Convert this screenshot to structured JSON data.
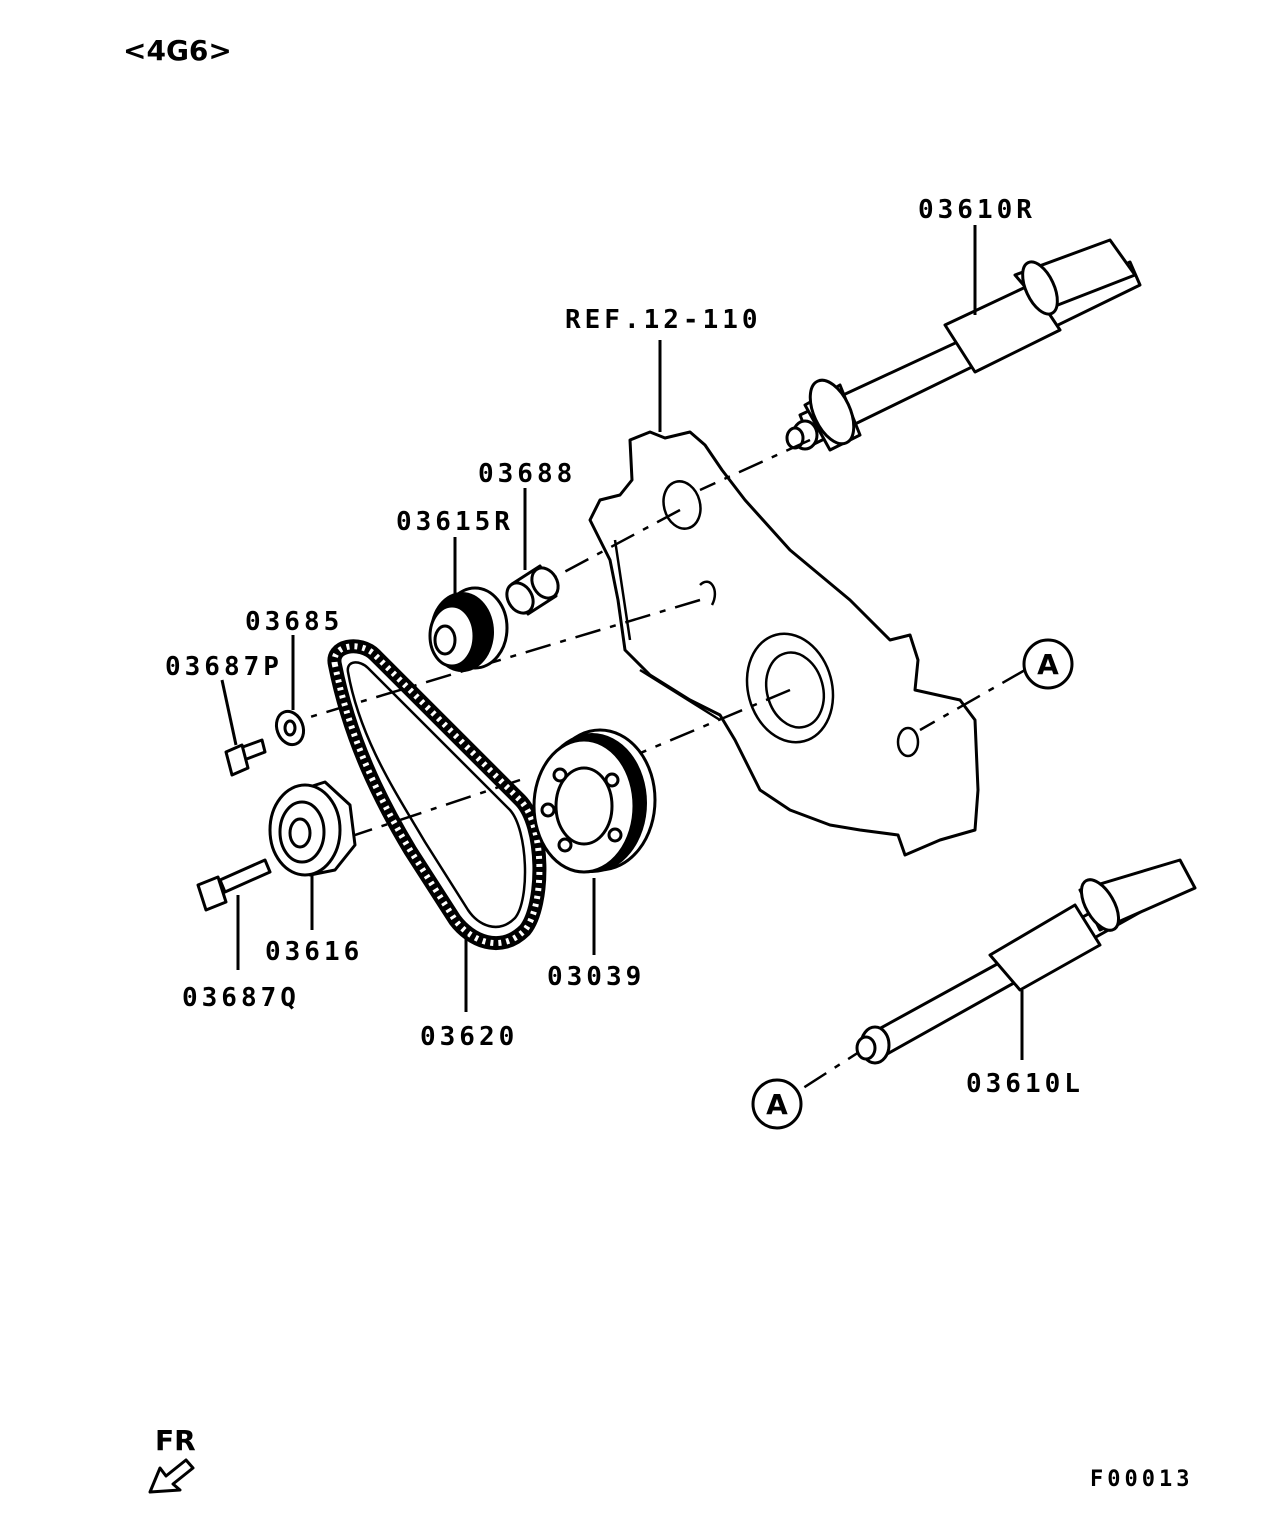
{
  "header": {
    "engine_code": "<4G6>"
  },
  "callouts": {
    "ref_cover": "REF.12-110",
    "shaft_right": "03610R",
    "shaft_left": "03610L",
    "bearing": "03688",
    "idler_sprocket": "03615R",
    "washer": "03685",
    "bolt_short": "03687P",
    "bolt_long": "03687Q",
    "tensioner_pulley": "03616",
    "timing_belt": "03620",
    "crank_sprocket": "03039",
    "connector_a_upper": "A",
    "connector_a_lower": "A"
  },
  "footer": {
    "direction_label": "FR",
    "figure_id": "F00013"
  }
}
